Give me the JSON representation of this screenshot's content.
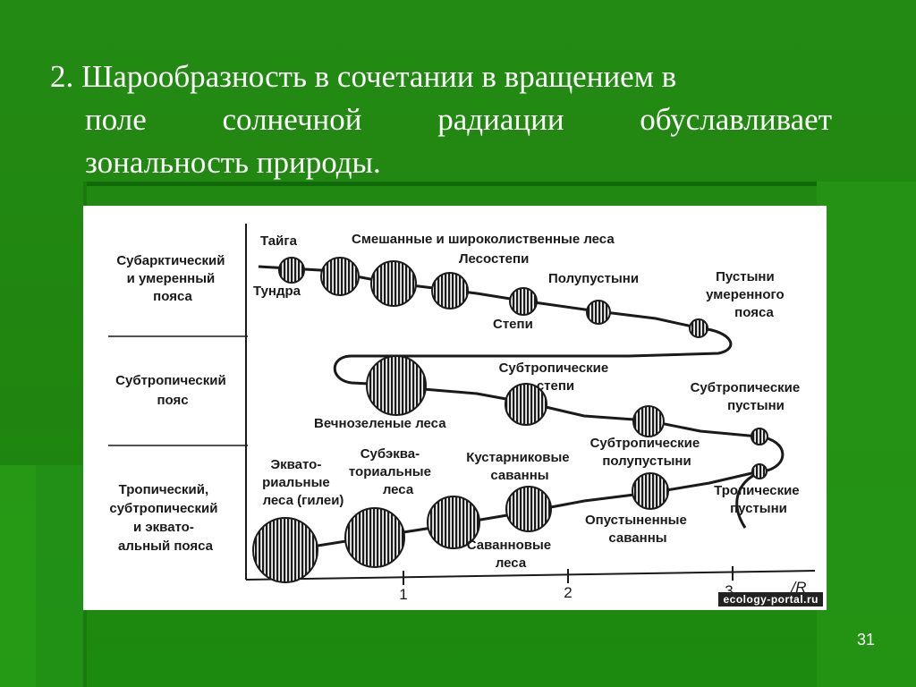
{
  "slide": {
    "text_lines": [
      "2. Шарообразность в сочетании в вращением в",
      [
        "поле",
        "солнечной",
        "радиации",
        "обуславливает"
      ],
      "зональность природы."
    ],
    "page_number": "31"
  },
  "diagram": {
    "zones": [
      [
        "Субарктический",
        "и умеренный",
        "пояса"
      ],
      [
        "Субтропический",
        "пояс"
      ],
      [
        "Тропический,",
        "субтропический",
        "и эквато-",
        "альный пояса"
      ]
    ],
    "labels": {
      "taiga": "Тайга",
      "tundra": "Тундра",
      "mixed_forests": "Смешанные и широколиственные леса",
      "forest_steppe": "Лесостепи",
      "semi_deserts": "Полупустыни",
      "steppes": "Степи",
      "temperate_deserts": [
        "Пустыни",
        "умеренного",
        "пояса"
      ],
      "evergreen_forests": "Вечнозеленые леса",
      "subtropical_steppes": [
        "Субтропические",
        "степи"
      ],
      "subtropical_deserts": [
        "Субтропические",
        "пустыни"
      ],
      "subtropical_semideserts": [
        "Субтропические",
        "полупустыни"
      ],
      "equatorial_forests": [
        "Эквато-",
        "риальные",
        "леса (гилеи)"
      ],
      "subequatorial_forests": [
        "Субэква-",
        "ториальные",
        "леса"
      ],
      "shrub_savannas": [
        "Кустарниковые",
        "саванны"
      ],
      "tropical_deserts": [
        "Тропические",
        "пустыни"
      ],
      "desert_savannas": [
        "Опустыненные",
        "саванны"
      ],
      "savanna_forests": [
        "Саванновые",
        "леса"
      ]
    },
    "axis": {
      "ticks": [
        "1",
        "2",
        "3"
      ],
      "label": "/R"
    },
    "watermark": "ecology-portal.ru"
  }
}
